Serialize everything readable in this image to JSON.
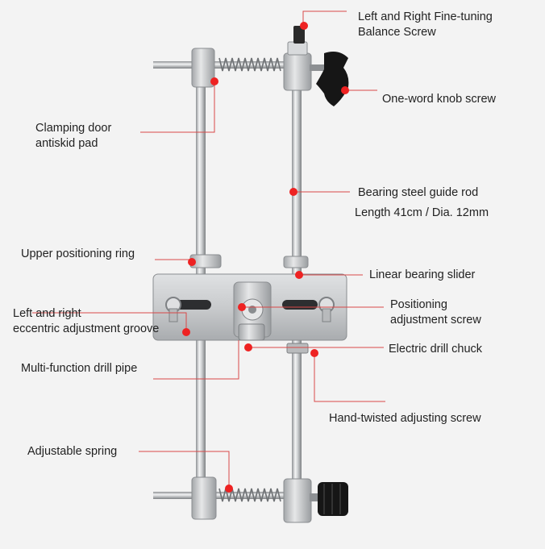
{
  "diagram": {
    "labels": {
      "balance_screw": [
        "Left and Right Fine-tuning",
        "Balance Screw"
      ],
      "knob_screw": [
        "One-word knob screw"
      ],
      "clamping_pad": [
        "Clamping door",
        "antiskid pad"
      ],
      "guide_rod": [
        "Bearing steel guide rod",
        "Length 41cm / Dia. 12mm"
      ],
      "upper_ring": [
        "Upper positioning ring"
      ],
      "bearing_slider": [
        "Linear bearing slider"
      ],
      "eccentric_groove": [
        "Left and right",
        "eccentric adjustment groove"
      ],
      "positioning_screw": [
        "Positioning",
        "adjustment screw"
      ],
      "drill_chuck": [
        "Electric drill chuck"
      ],
      "drill_pipe": [
        "Multi-function drill pipe"
      ],
      "hand_screw": [
        "Hand-twisted adjusting screw"
      ],
      "spring": [
        "Adjustable spring"
      ]
    },
    "colors": {
      "background": "#f3f3f3",
      "leader_line": "#d84848",
      "marker_dot": "#ee2222",
      "metal": "#c4c6c8",
      "knob": "#1a1a1a",
      "text": "#222222"
    },
    "icons": [
      "marker-dot",
      "leader-line"
    ]
  }
}
